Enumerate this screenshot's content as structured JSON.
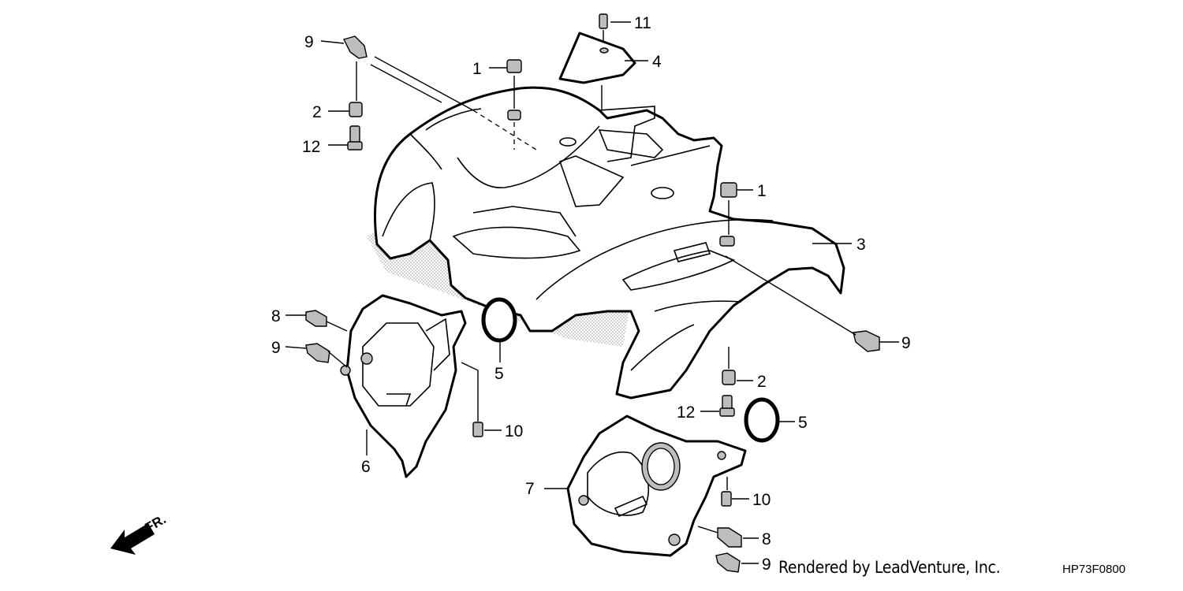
{
  "callouts": {
    "c1a": "1",
    "c1b": "1",
    "c2a": "2",
    "c2b": "2",
    "c3": "3",
    "c4": "4",
    "c5a": "5",
    "c5b": "5",
    "c6": "6",
    "c7": "7",
    "c8a": "8",
    "c8b": "8",
    "c9a": "9",
    "c9b": "9",
    "c9c": "9",
    "c9d": "9",
    "c10a": "10",
    "c10b": "10",
    "c11": "11",
    "c12a": "12",
    "c12b": "12"
  },
  "direction_label": "FR.",
  "footer": {
    "credit": "Rendered by LeadVenture, Inc.",
    "code": "HP73F0800"
  }
}
